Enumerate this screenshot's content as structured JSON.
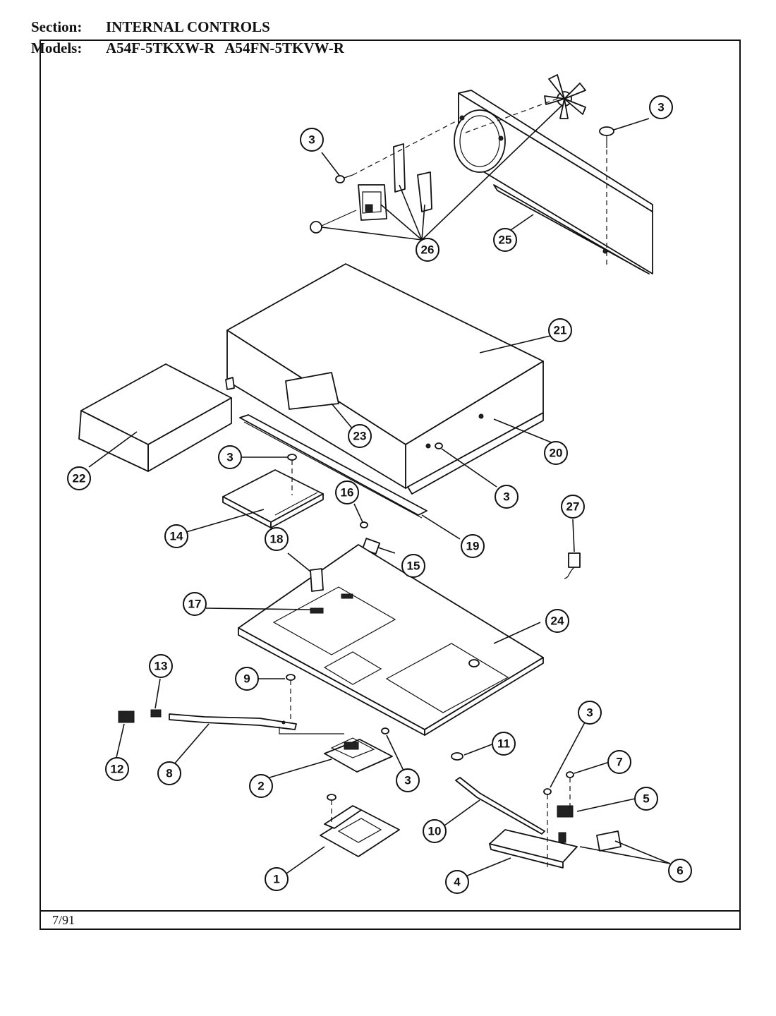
{
  "header": {
    "section_label": "Section:",
    "section_value": "INTERNAL CONTROLS",
    "models_label": "Models:",
    "model_1": "A54F-5TKXW-R",
    "model_2": "A54FN-5TKVW-R"
  },
  "footer": {
    "date": "7/91"
  },
  "part_numbers": {
    "p1": "1",
    "p2": "2",
    "p3": "3",
    "p4": "4",
    "p5": "5",
    "p6": "6",
    "p7": "7",
    "p8": "8",
    "p9": "9",
    "p10": "10",
    "p11": "11",
    "p12": "12",
    "p13": "13",
    "p14": "14",
    "p15": "15",
    "p16": "16",
    "p17": "17",
    "p18": "18",
    "p19": "19",
    "p20": "20",
    "p21": "21",
    "p22": "22",
    "p23": "23",
    "p24": "24",
    "p25": "25",
    "p26": "26",
    "p27": "27"
  }
}
